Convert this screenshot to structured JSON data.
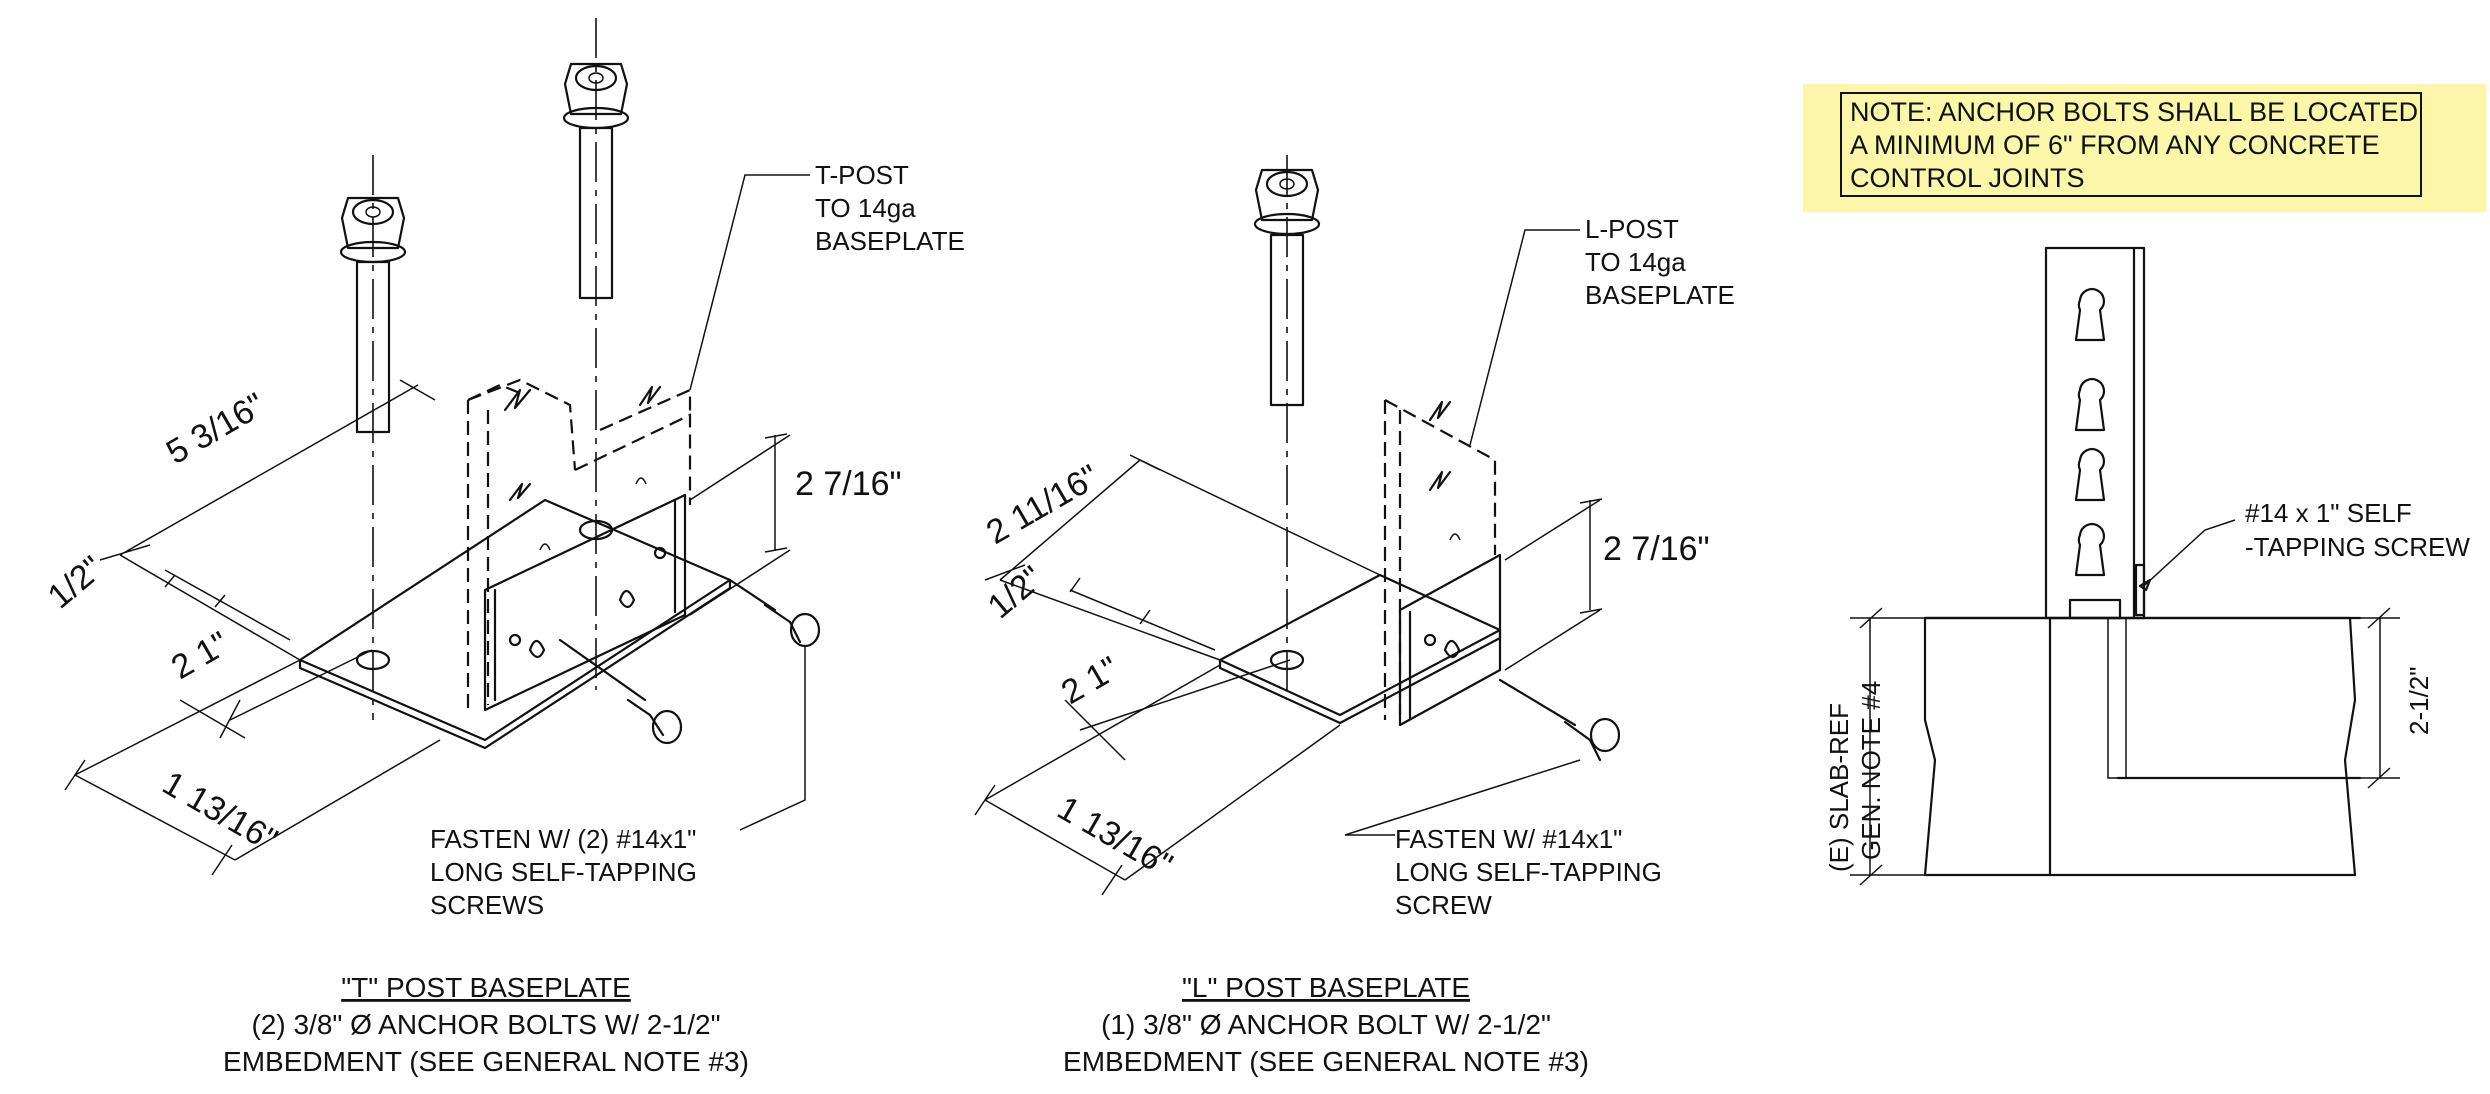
{
  "note": {
    "lines": [
      "NOTE: ANCHOR BOLTS SHALL BE LOCATED",
      "A MINIMUM OF 6\" FROM ANY CONCRETE",
      "CONTROL JOINTS"
    ]
  },
  "t_post": {
    "callout": [
      "T-POST",
      "TO 14ga",
      "BASEPLATE"
    ],
    "fasten": [
      "FASTEN W/ (2) #14x1\"",
      "LONG SELF-TAPPING",
      "SCREWS"
    ],
    "caption": {
      "title": "\"T\" POST BASEPLATE",
      "line2": "(2) 3/8\" Ø ANCHOR BOLTS W/ 2-1/2\"",
      "line3": "EMBEDMENT (SEE GENERAL NOTE #3)"
    },
    "dims": {
      "length": "5 3/16\"",
      "height": "2 7/16\"",
      "edge": "1/2\"",
      "offset": "2 1\"",
      "width": "1 13/16\""
    }
  },
  "l_post": {
    "callout": [
      "L-POST",
      "TO 14ga",
      "BASEPLATE"
    ],
    "fasten": [
      "FASTEN W/ #14x1\"",
      "LONG SELF-TAPPING",
      "SCREW"
    ],
    "caption": {
      "title": "\"L\" POST BASEPLATE",
      "line2": "(1) 3/8\" Ø ANCHOR BOLT W/ 2-1/2\"",
      "line3": "EMBEDMENT (SEE GENERAL NOTE #3)"
    },
    "dims": {
      "length": "2 11/16\"",
      "height": "2 7/16\"",
      "edge": "1/2\"",
      "offset": "2 1\"",
      "width": "1 13/16\""
    }
  },
  "section": {
    "screw_label": [
      "#14 x 1\" SELF",
      "-TAPPING SCREW"
    ],
    "slab_label": [
      "(E) SLAB-REF",
      "GEN. NOTE #4"
    ],
    "embed_dim": "2-1/2\""
  }
}
